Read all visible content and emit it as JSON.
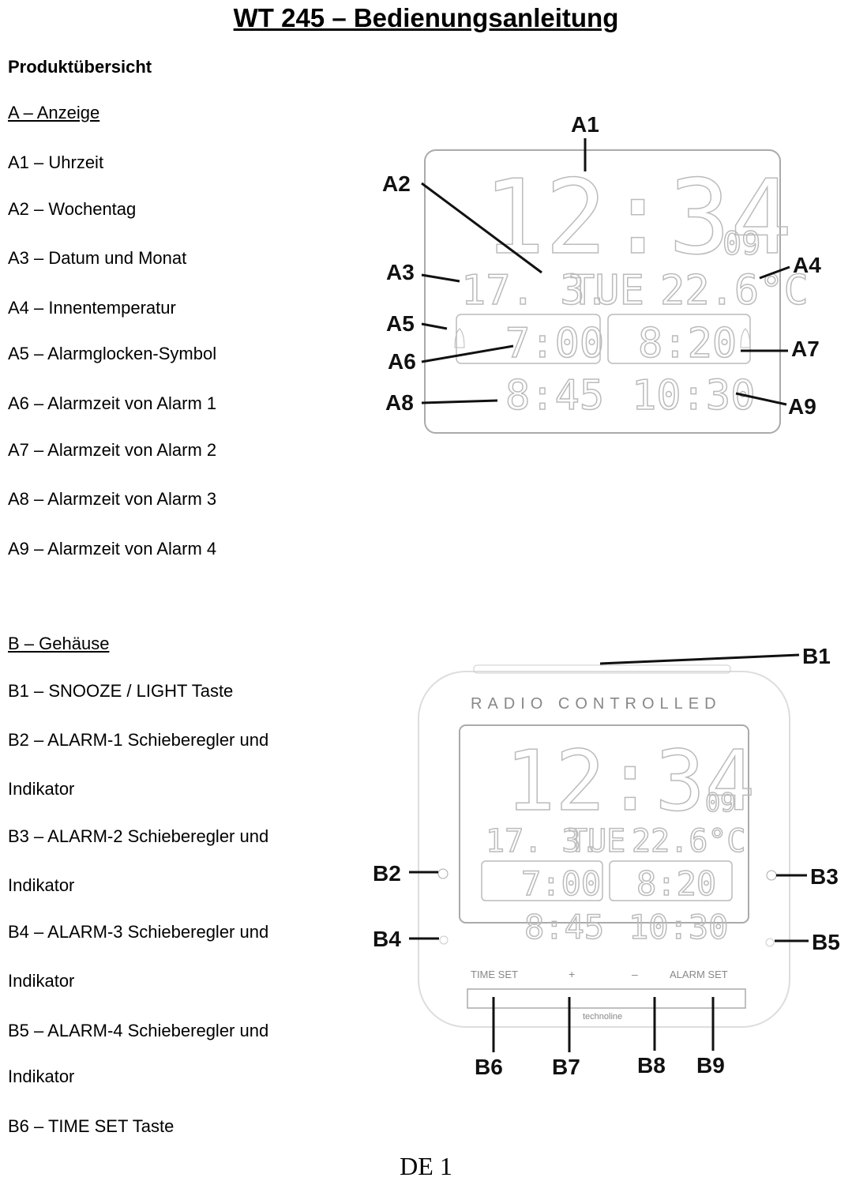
{
  "title": "WT 245 – Bedienungsanleitung",
  "section_heading": "Produktübersicht",
  "section_a": {
    "heading": "A – Anzeige",
    "items": [
      "A1 – Uhrzeit",
      "A2 – Wochentag",
      "A3 – Datum und Monat",
      "A4 – Innentemperatur",
      "A5 – Alarmglocken-Symbol",
      "A6 – Alarmzeit von Alarm 1",
      "A7 – Alarmzeit von Alarm 2",
      "A8 – Alarmzeit von Alarm 3",
      "A9 – Alarmzeit von Alarm 4"
    ]
  },
  "section_b": {
    "heading": "B – Gehäuse",
    "lines": [
      "B1 – SNOOZE / LIGHT Taste",
      "B2 – ALARM-1 Schieberegler und",
      "Indikator",
      "B3 – ALARM-2 Schieberegler und",
      "Indikator",
      "B4 – ALARM-3 Schieberegler und",
      "Indikator",
      "B5 – ALARM-4 Schieberegler und",
      "Indikator",
      "B6 – TIME SET Taste"
    ]
  },
  "display": {
    "time": "12:34",
    "seconds": "09",
    "date": "17. 3.",
    "weekday": "TUE",
    "temperature": "22.6°C",
    "alarm1": "7:00",
    "alarm2": "8:20",
    "alarm3": "8:45",
    "alarm4": "10:30"
  },
  "diagram_a_labels": [
    "A1",
    "A2",
    "A3",
    "A4",
    "A5",
    "A6",
    "A7",
    "A8",
    "A9"
  ],
  "diagram_b_labels": [
    "B1",
    "B2",
    "B3",
    "B4",
    "B5",
    "B6",
    "B7",
    "B8",
    "B9"
  ],
  "case_text": {
    "brand_line": "RADIO CONTROLLED",
    "time_set": "TIME SET",
    "plus": "+",
    "minus": "–",
    "alarm_set": "ALARM SET",
    "logo": "technoline"
  },
  "footer": "DE 1"
}
